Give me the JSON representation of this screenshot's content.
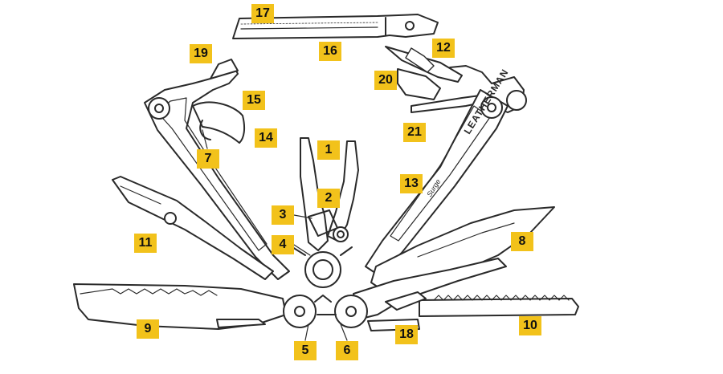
{
  "callouts": {
    "n1": "1",
    "n2": "2",
    "n3": "3",
    "n4": "4",
    "n5": "5",
    "n6": "6",
    "n7": "7",
    "n8": "8",
    "n9": "9",
    "n10": "10",
    "n11": "11",
    "n12": "12",
    "n13": "13",
    "n14": "14",
    "n15": "15",
    "n16": "16",
    "n17": "17",
    "n18": "18",
    "n19": "19",
    "n20": "20",
    "n21": "21"
  },
  "handle_text": {
    "brand": "LEATHERMAN",
    "model": "Surge"
  },
  "colors": {
    "callout_fill": "#f2c21b",
    "callout_text": "#111111",
    "line_art": "#2a2a2a",
    "background": "#ffffff"
  }
}
